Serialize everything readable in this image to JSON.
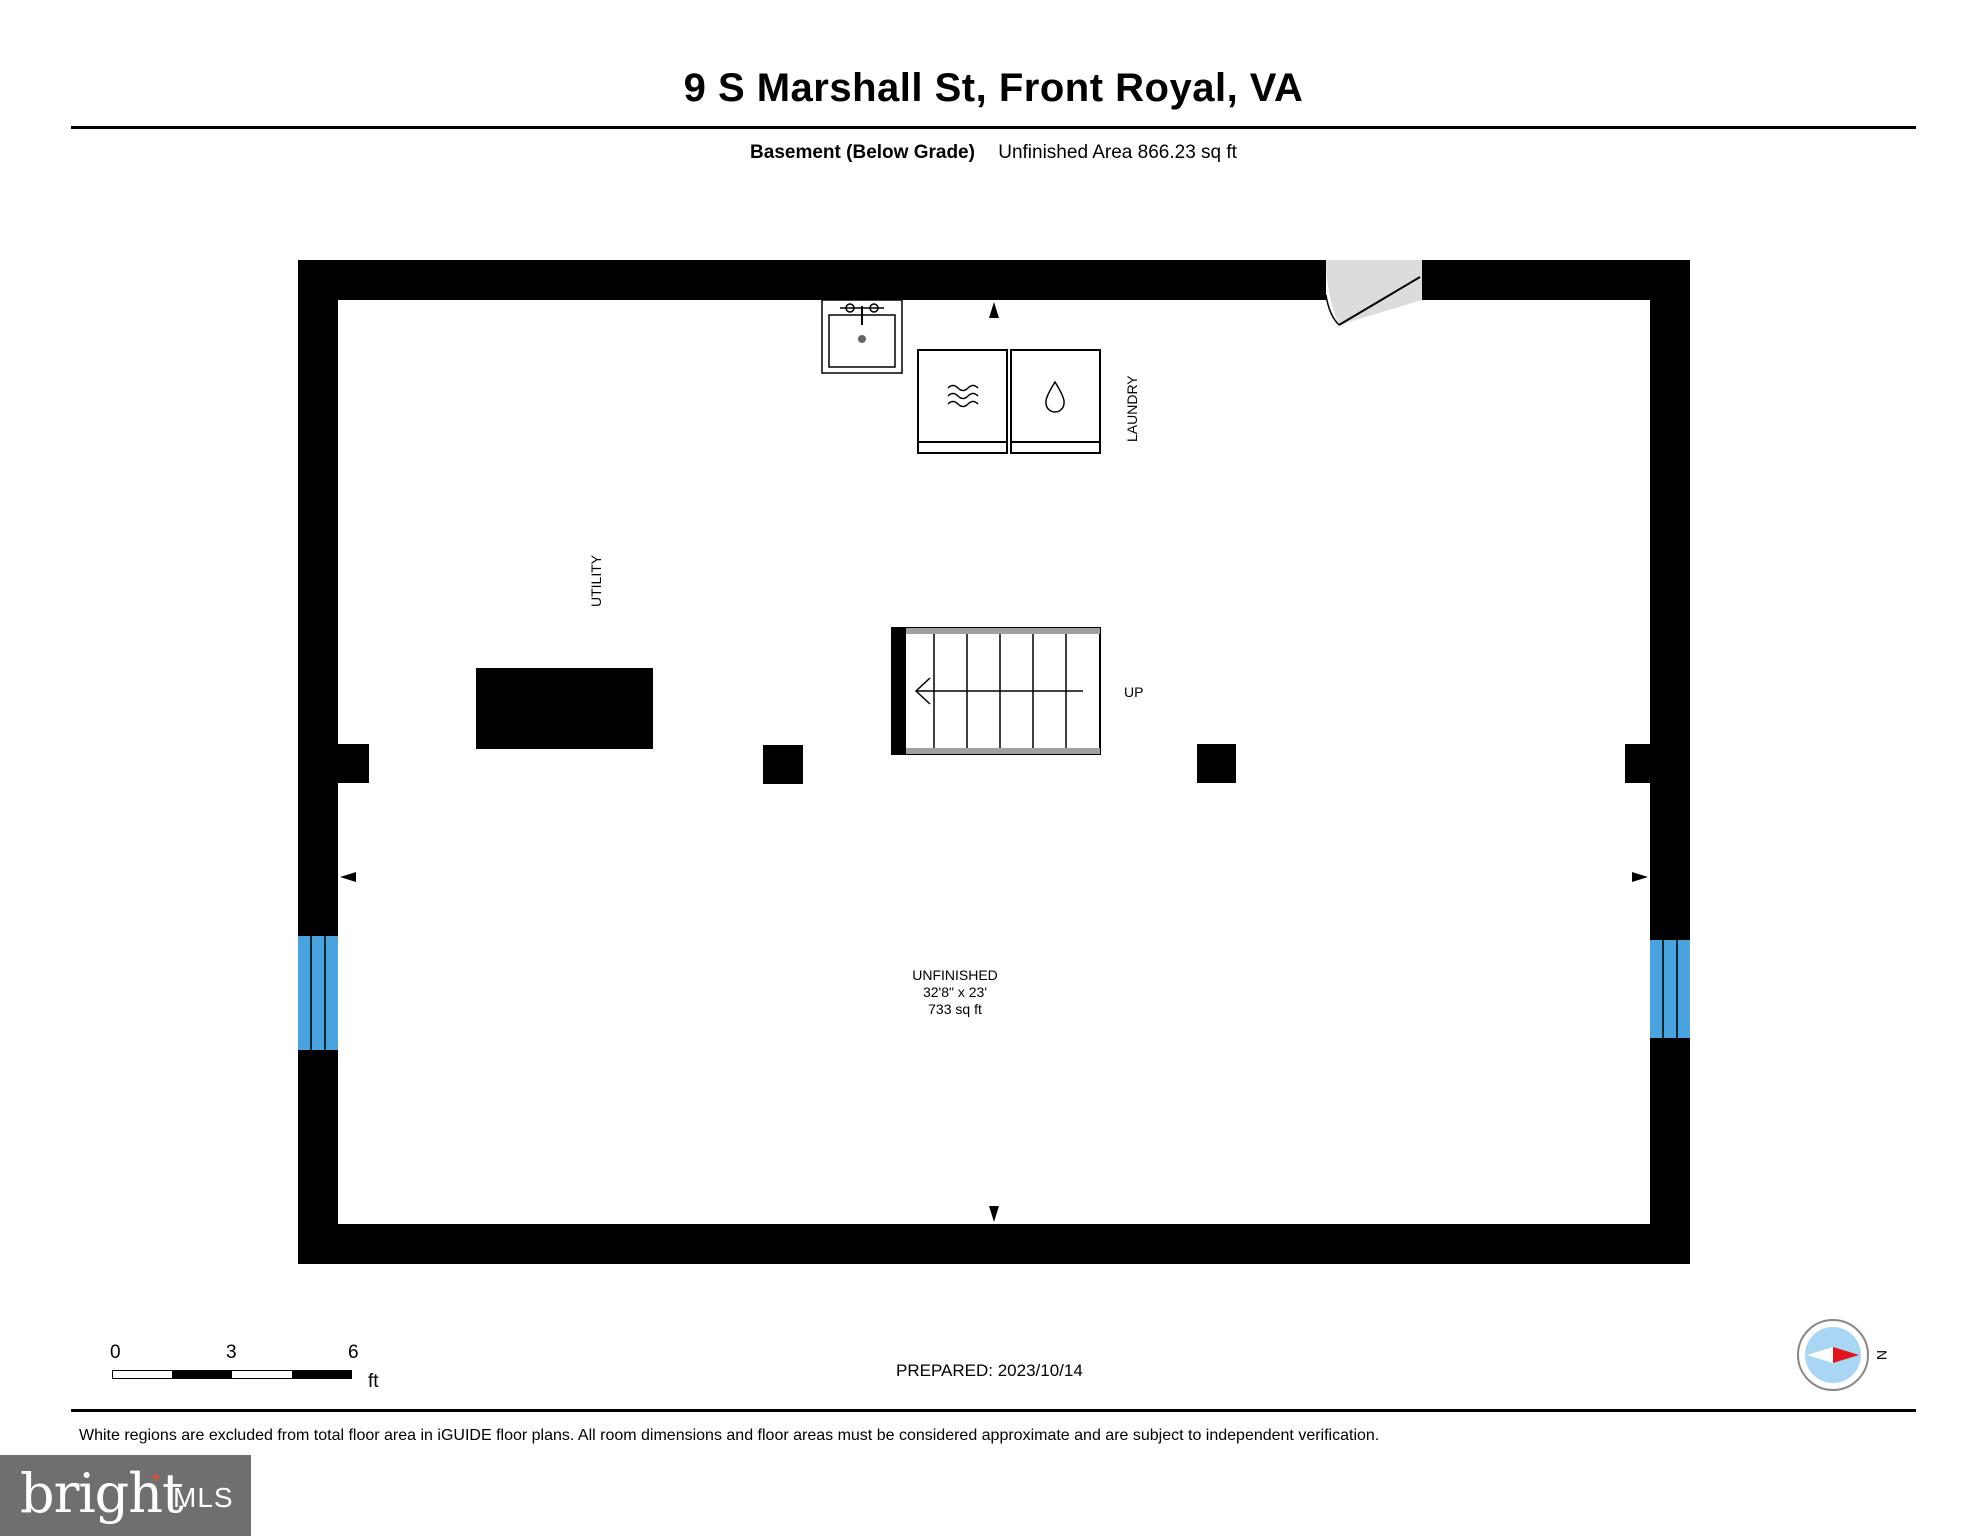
{
  "header": {
    "title": "9 S Marshall St, Front Royal, VA",
    "floor_name": "Basement (Below Grade)",
    "area_summary": "Unfinished Area 866.23 sq ft"
  },
  "rooms": {
    "laundry": "LAUNDRY",
    "utility": "UTILITY",
    "stairs_direction": "UP",
    "unfinished": {
      "name": "UNFINISHED",
      "dimensions": "32'8\" x 23'",
      "area": "733 sq ft"
    }
  },
  "scale": {
    "ticks": [
      "0",
      "3",
      "6"
    ],
    "unit": "ft"
  },
  "compass": {
    "direction": "N"
  },
  "footer": {
    "prepared": "PREPARED: 2023/10/14",
    "disclaimer": "White regions are excluded from total floor area in iGUIDE floor plans. All room dimensions and floor areas must be considered approximate and are subject to independent verification."
  },
  "watermark": {
    "brand": "bright",
    "suffix": "MLS"
  },
  "colors": {
    "wall": "#000000",
    "window": "#4aa3df",
    "door_swing": "#dcdcdc",
    "stair_rail": "#a0a0a0",
    "compass_red": "#e0141c",
    "compass_blue": "#a9d6f3",
    "watermark_bg": "#6f6f6f"
  }
}
